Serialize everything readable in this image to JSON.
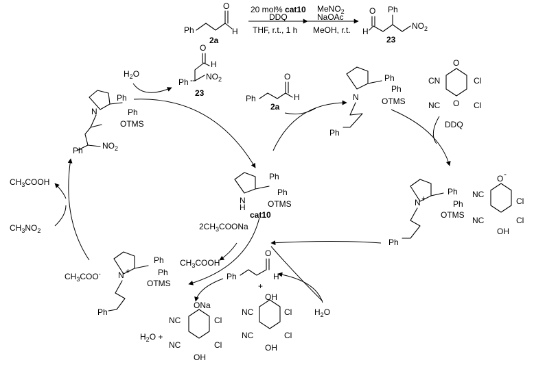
{
  "colors": {
    "ink": "#000000",
    "background": "#ffffff"
  },
  "header_reaction": {
    "reactant_group": "Ph",
    "reactant_id": "2a",
    "reactant_cho": "H",
    "step1_reagent_a": "20 mol% ",
    "step1_reagent_b": "cat10",
    "step1_reagent_c": "DDQ",
    "step1_conditions": "THF, r.t., 1 h",
    "step2_reagent_a": "MeNO",
    "step2_reagent_a_sub": "2",
    "step2_reagent_b": "NaOAc",
    "step2_conditions": "MeOH, r.t.",
    "product_o": "O",
    "product_h": "H",
    "product_ph": "Ph",
    "product_no2": "NO",
    "product_no2_sub": "2",
    "product_id": "23"
  },
  "cycle": {
    "catalyst": {
      "n": "N",
      "h": "H",
      "ph1": "Ph",
      "ph2": "Ph",
      "otms": "OTMS",
      "id": "cat10"
    },
    "enamine": {
      "n": "N",
      "ph1": "Ph",
      "ph2": "Ph",
      "otms": "OTMS",
      "ph_tail": "Ph"
    },
    "aldehyde_in": {
      "ph": "Ph",
      "o": "O",
      "h": "H",
      "id": "2a"
    },
    "ddq": {
      "o1": "O",
      "o2": "O",
      "cn1": "CN",
      "cn2": "NC",
      "cl1": "Cl",
      "cl2": "Cl",
      "id": "DDQ"
    },
    "iminium_complex": {
      "n": "N",
      "plus": "+",
      "ph1": "Ph",
      "ph2": "Ph",
      "otms": "OTMS",
      "ph_tail": "Ph",
      "o_minus": "O",
      "minus": "-",
      "nc1": "NC",
      "nc2": "NC",
      "cl1": "Cl",
      "cl2": "Cl",
      "oh": "OH"
    },
    "hydrolysis_water": {
      "h2o": "H",
      "h2o_sub": "2",
      "h2o_o": "O"
    },
    "released": {
      "ph": "Ph",
      "o": "O",
      "h": "H",
      "plus": "+",
      "oh1": "OH",
      "oh2": "OH",
      "nc1": "NC",
      "nc2": "NC",
      "cl1": "Cl",
      "cl2": "Cl"
    },
    "iminium_acetate": {
      "n": "N",
      "plus": "+",
      "ph1": "Ph",
      "ph2": "Ph",
      "otms": "OTMS",
      "ph_tail": "Ph",
      "acetate": "CH",
      "acetate_sub": "3",
      "acetate_rest": "COO",
      "acetate_minus": "-"
    },
    "sodium_acetate": {
      "label_pre": "2CH",
      "label_sub": "3",
      "label_post": "COONa"
    },
    "acetic_acid": {
      "label_pre": "CH",
      "label_sub": "3",
      "label_post": "COOH"
    },
    "semiquinone_na": {
      "ona": "ONa",
      "nc1": "NC",
      "nc2": "NC",
      "cl1": "Cl",
      "cl2": "Cl",
      "oh": "OH",
      "h2o_pre": "H",
      "h2o_sub": "2",
      "h2o_post": "O +"
    },
    "nitromethane": {
      "label_pre": "CH",
      "label_sub": "3",
      "label_post": "NO",
      "label_sub2": "2"
    },
    "acetic_acid_left": {
      "label_pre": "CH",
      "label_sub": "3",
      "label_post": "COOH"
    },
    "michael_adduct": {
      "n": "N",
      "ph1": "Ph",
      "ph2": "Ph",
      "otms": "OTMS",
      "ph_side": "Ph",
      "no2": "NO",
      "no2_sub": "2"
    },
    "product_release": {
      "h2o_pre": "H",
      "h2o_sub": "2",
      "h2o_post": "O",
      "o": "O",
      "h": "H",
      "ph": "Ph",
      "no2": "NO",
      "no2_sub": "2",
      "id": "23"
    }
  }
}
